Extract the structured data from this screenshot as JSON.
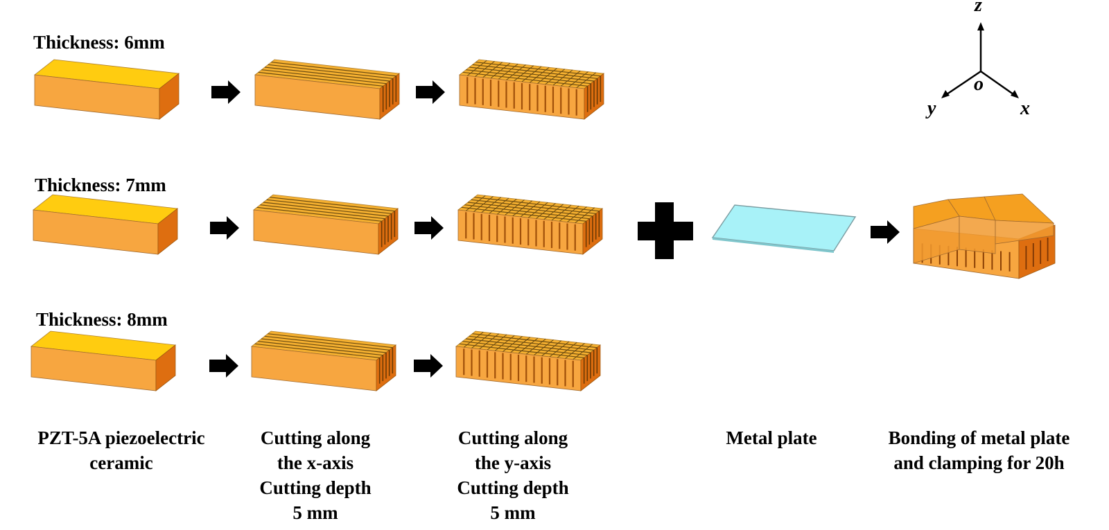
{
  "rows": [
    {
      "thickness_label": "Thickness: 6mm"
    },
    {
      "thickness_label": "Thickness: 7mm"
    },
    {
      "thickness_label": "Thickness: 8mm"
    }
  ],
  "axes": {
    "z": "z",
    "y": "y",
    "x": "x",
    "origin": "o"
  },
  "captions": {
    "ceramic": [
      "PZT-5A piezoelectric",
      "ceramic"
    ],
    "cut_x": [
      "Cutting along",
      "the x-axis",
      "Cutting depth",
      "5 mm"
    ],
    "cut_y": [
      "Cutting along",
      "the y-axis",
      "Cutting depth",
      "5 mm"
    ],
    "plate": [
      "Metal plate"
    ],
    "bonding": [
      "Bonding of metal plate",
      "and clamping for 20h"
    ]
  },
  "colors": {
    "top": "#FFCC10",
    "front": "#F7A640",
    "side": "#DE6E10",
    "metal": "#A8F2F8",
    "arrow": "#000000"
  }
}
